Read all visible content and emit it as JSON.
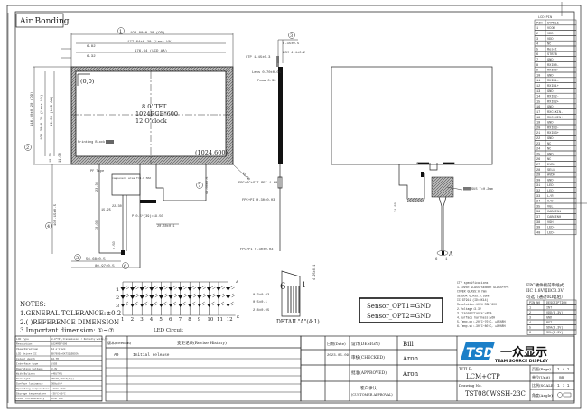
{
  "header": {
    "label": "Air Bonding"
  },
  "front_view": {
    "panel_title": "8.0' TFT",
    "resolution": "1024RGB*600",
    "view_direction": "12 O'clock",
    "origin": "(0,0)",
    "end_point": "(1024,600)",
    "printing_block": "Printing Block",
    "dims": {
      "od_width": "192.80±0.20 (OD)",
      "lens_va_width": "177.64±0.20 (Lens VA)",
      "lcd_aa_width": "176.64 (LCD AA)",
      "left_offset_1": "6.82",
      "left_offset_2": "6.32",
      "od_height": "116.90±0.20 (OD)",
      "lens_va_height": "100.30±0.20 (Lens VA)",
      "lcd_aa_height": "99.36 (LCD AA)",
      "bottom_offset_1": "10.30",
      "bottom_offset_2": "11.08",
      "fpc_length": "105.15±0.5",
      "fpc_offset_1": "56.68±0.5",
      "fpc_offset_2": "80.97±0.5",
      "pf_tape": "PF Tape",
      "component_area": "component area T=1.6 MAX",
      "dim_23": "23.30",
      "dim_15": "15.25",
      "dim_22": "22.30",
      "dim_70": "70.00",
      "dim_4": "4.50",
      "fpc_pitch": "P 0.5*(39)=19.50",
      "fpc_width": "20.50±0.1",
      "dim_7": "45.00±0.5",
      "bend": "R1.00"
    },
    "markers": [
      "1",
      "2",
      "3",
      "4",
      "5",
      "6",
      "7"
    ]
  },
  "side_view": {
    "total": "6.35±0.5",
    "lcm": "LCM 4.4±0.2",
    "ctp": "CTP 1.45±0.3",
    "lens": "Lens 0.70±0.05",
    "foam": "Foam 0.30",
    "fpc_ic": "FPC+IC+STI.REI 1.60",
    "fpc_pi_1": "FPC+PI 0.30±0.03",
    "fpc_pi_2": "FPC+PI 0.30±0.03",
    "bottom_dim": "4.25±0.1"
  },
  "back_view": {
    "sus": "SUS T=0.2mm",
    "dim": "21.50",
    "marker_a": "A",
    "pins": [
      "6",
      "1"
    ]
  },
  "lcd_pin": {
    "title": "LCD PIN",
    "headers": [
      "PIN",
      "SYMBLE"
    ],
    "rows": [
      [
        "1",
        "VCOM"
      ],
      [
        "2",
        "VDD"
      ],
      [
        "3",
        "VDD"
      ],
      [
        "4",
        "NC"
      ],
      [
        "5",
        "Reset"
      ],
      [
        "6",
        "STBYB"
      ],
      [
        "7",
        "GND"
      ],
      [
        "8",
        "RXIN0-"
      ],
      [
        "9",
        "RXIN0+"
      ],
      [
        "10",
        "GND"
      ],
      [
        "11",
        "RXIN1-"
      ],
      [
        "12",
        "RXIN1+"
      ],
      [
        "13",
        "GND"
      ],
      [
        "14",
        "RXIN2-"
      ],
      [
        "15",
        "RXIN2+"
      ],
      [
        "16",
        "GND"
      ],
      [
        "17",
        "RXCLKIN-"
      ],
      [
        "18",
        "RXCLKIN+"
      ],
      [
        "19",
        "GND"
      ],
      [
        "20",
        "RXIN3-"
      ],
      [
        "21",
        "RXIN3+"
      ],
      [
        "22",
        "GND"
      ],
      [
        "23",
        "NC"
      ],
      [
        "24",
        "NC"
      ],
      [
        "25",
        "GND"
      ],
      [
        "26",
        "NC"
      ],
      [
        "27",
        "DVDD"
      ],
      [
        "28",
        "SELB"
      ],
      [
        "29",
        "AVDD"
      ],
      [
        "30",
        "GND"
      ],
      [
        "31",
        "LED-"
      ],
      [
        "32",
        "LED-"
      ],
      [
        "33",
        "L/R"
      ],
      [
        "34",
        "U/D"
      ],
      [
        "35",
        "VGL"
      ],
      [
        "36",
        "CABCEN1"
      ],
      [
        "37",
        "CABCEN0"
      ],
      [
        "38",
        "VGH"
      ],
      [
        "39",
        "LED+"
      ],
      [
        "40",
        "LED+"
      ]
    ]
  },
  "led_circuit": {
    "title": "LED Circuit",
    "columns": [
      "1",
      "2",
      "3",
      "4",
      "5",
      "6",
      "7",
      "8",
      "9",
      "10",
      "11",
      "12"
    ],
    "rows": [
      "1",
      "2",
      "3"
    ],
    "anode": "A",
    "cathode": "K"
  },
  "detail": {
    "title": "DETAIL\"A\"(4:1)",
    "number": "6",
    "pin_one": "1",
    "dims": [
      "0.3±0.03",
      "0.5±0.1",
      "2.8±0.05"
    ]
  },
  "notes": {
    "title": "NOTES:",
    "items": [
      "1.GENERAL TOLERANCE:±0.2",
      "2.( )REFERENCE DIMENSION",
      "3.Important dimension: ①~⑦"
    ]
  },
  "spec_table": {
    "rows": [
      [
        "LCD Type",
        "8.0\"TFT,transmissive / Normally white,TN"
      ],
      [
        "Resolution",
        "1024RGB*600"
      ],
      [
        "View Direction",
        "12 o'clock"
      ],
      [
        "LCD driver IC",
        "EK79001+EK73215BCGA"
      ],
      [
        "Colour depth",
        "16.7M"
      ],
      [
        "Interface type",
        "LVDS"
      ],
      [
        "Operating voltage",
        "3.3V"
      ],
      [
        "With Bylines",
        "+4B(TYP)"
      ],
      [
        "Backlight",
        "3S12P,240mA(typ)"
      ],
      [
        "Surface luminance",
        "300cd/m²"
      ],
      [
        "Operating temperature",
        "-20°C~70°C"
      ],
      [
        "Storage temperature",
        "-30°C~80°C"
      ],
      [
        "Color chromaticity",
        "NTSC 50%"
      ]
    ]
  },
  "revision": {
    "version_header": "版本(Version)",
    "history_header": "变更记录(Revise History)",
    "rows": [
      [
        "A0",
        "Initial release"
      ]
    ]
  },
  "sensor": {
    "opt1": "Sensor_OPT1=GND",
    "opt2": "Sensor_OPT2=GND"
  },
  "ctp_spec": {
    "lines": [
      "CTP specifications:",
      "1.COVER GLASS+SENSOR GLASS+FPC",
      "  COVER GLASS:0.7mm",
      "  SENSOR GLASS:0.55mm",
      "  IC:GT911 (ID=0X14)",
      "  Resolution:1024 RGB*600",
      "2.Voltage:3.3V",
      "3.Transmittance:≥85%",
      "4.Surface hardness:≥6H",
      "5.Temp.op:-20°C~70°C, ≤85%RH",
      "6.Temp.st:-30°C~80°C, ≤90%RH"
    ]
  },
  "fpc_pin": {
    "title_1": "FPC硬件接前帝线式",
    "title_2": "IIC 1.8V和IIC3.3V",
    "title_3": "可选（通过0Ω电阻）",
    "headers": [
      "PIN NO",
      "DESCRIPTION"
    ],
    "rows": [
      [
        "1",
        "INT"
      ],
      [
        "2",
        "VDD(3.3V)"
      ],
      [
        "3",
        "GND"
      ],
      [
        "4",
        "RST"
      ],
      [
        "5",
        "SDA(3.3V)"
      ],
      [
        "6",
        "SCL(3.3V)"
      ]
    ]
  },
  "title_block": {
    "date_label": "日期(Date)",
    "date": "2023.05.09",
    "design_label": "设计(DESIGN)",
    "designer": "Bill",
    "check_label": "审核(CHECKED)",
    "checker": "Aron",
    "approve_label": "批准(APPROVED)",
    "approver": "Aron",
    "customer_label_1": "客户承认",
    "customer_label_2": "(CUSTOMER APPROVAL)",
    "logo_text": "TSD",
    "company_cn": "一众显示",
    "company_en": "TEAM SOURCE DISPLAY",
    "title_label": "TITLE:",
    "title": "LCM+CTP",
    "drawing_label": "Drawing No.",
    "drawing_no": "TST080WSSH-23C",
    "page_label": "页面(Page)",
    "page": "1 / 1",
    "unit_label": "单位(Unit)",
    "unit": "mm",
    "scale_label": "比例(SCALE)",
    "scale": "1 : 1",
    "angle_label": "角度(Angle)"
  }
}
